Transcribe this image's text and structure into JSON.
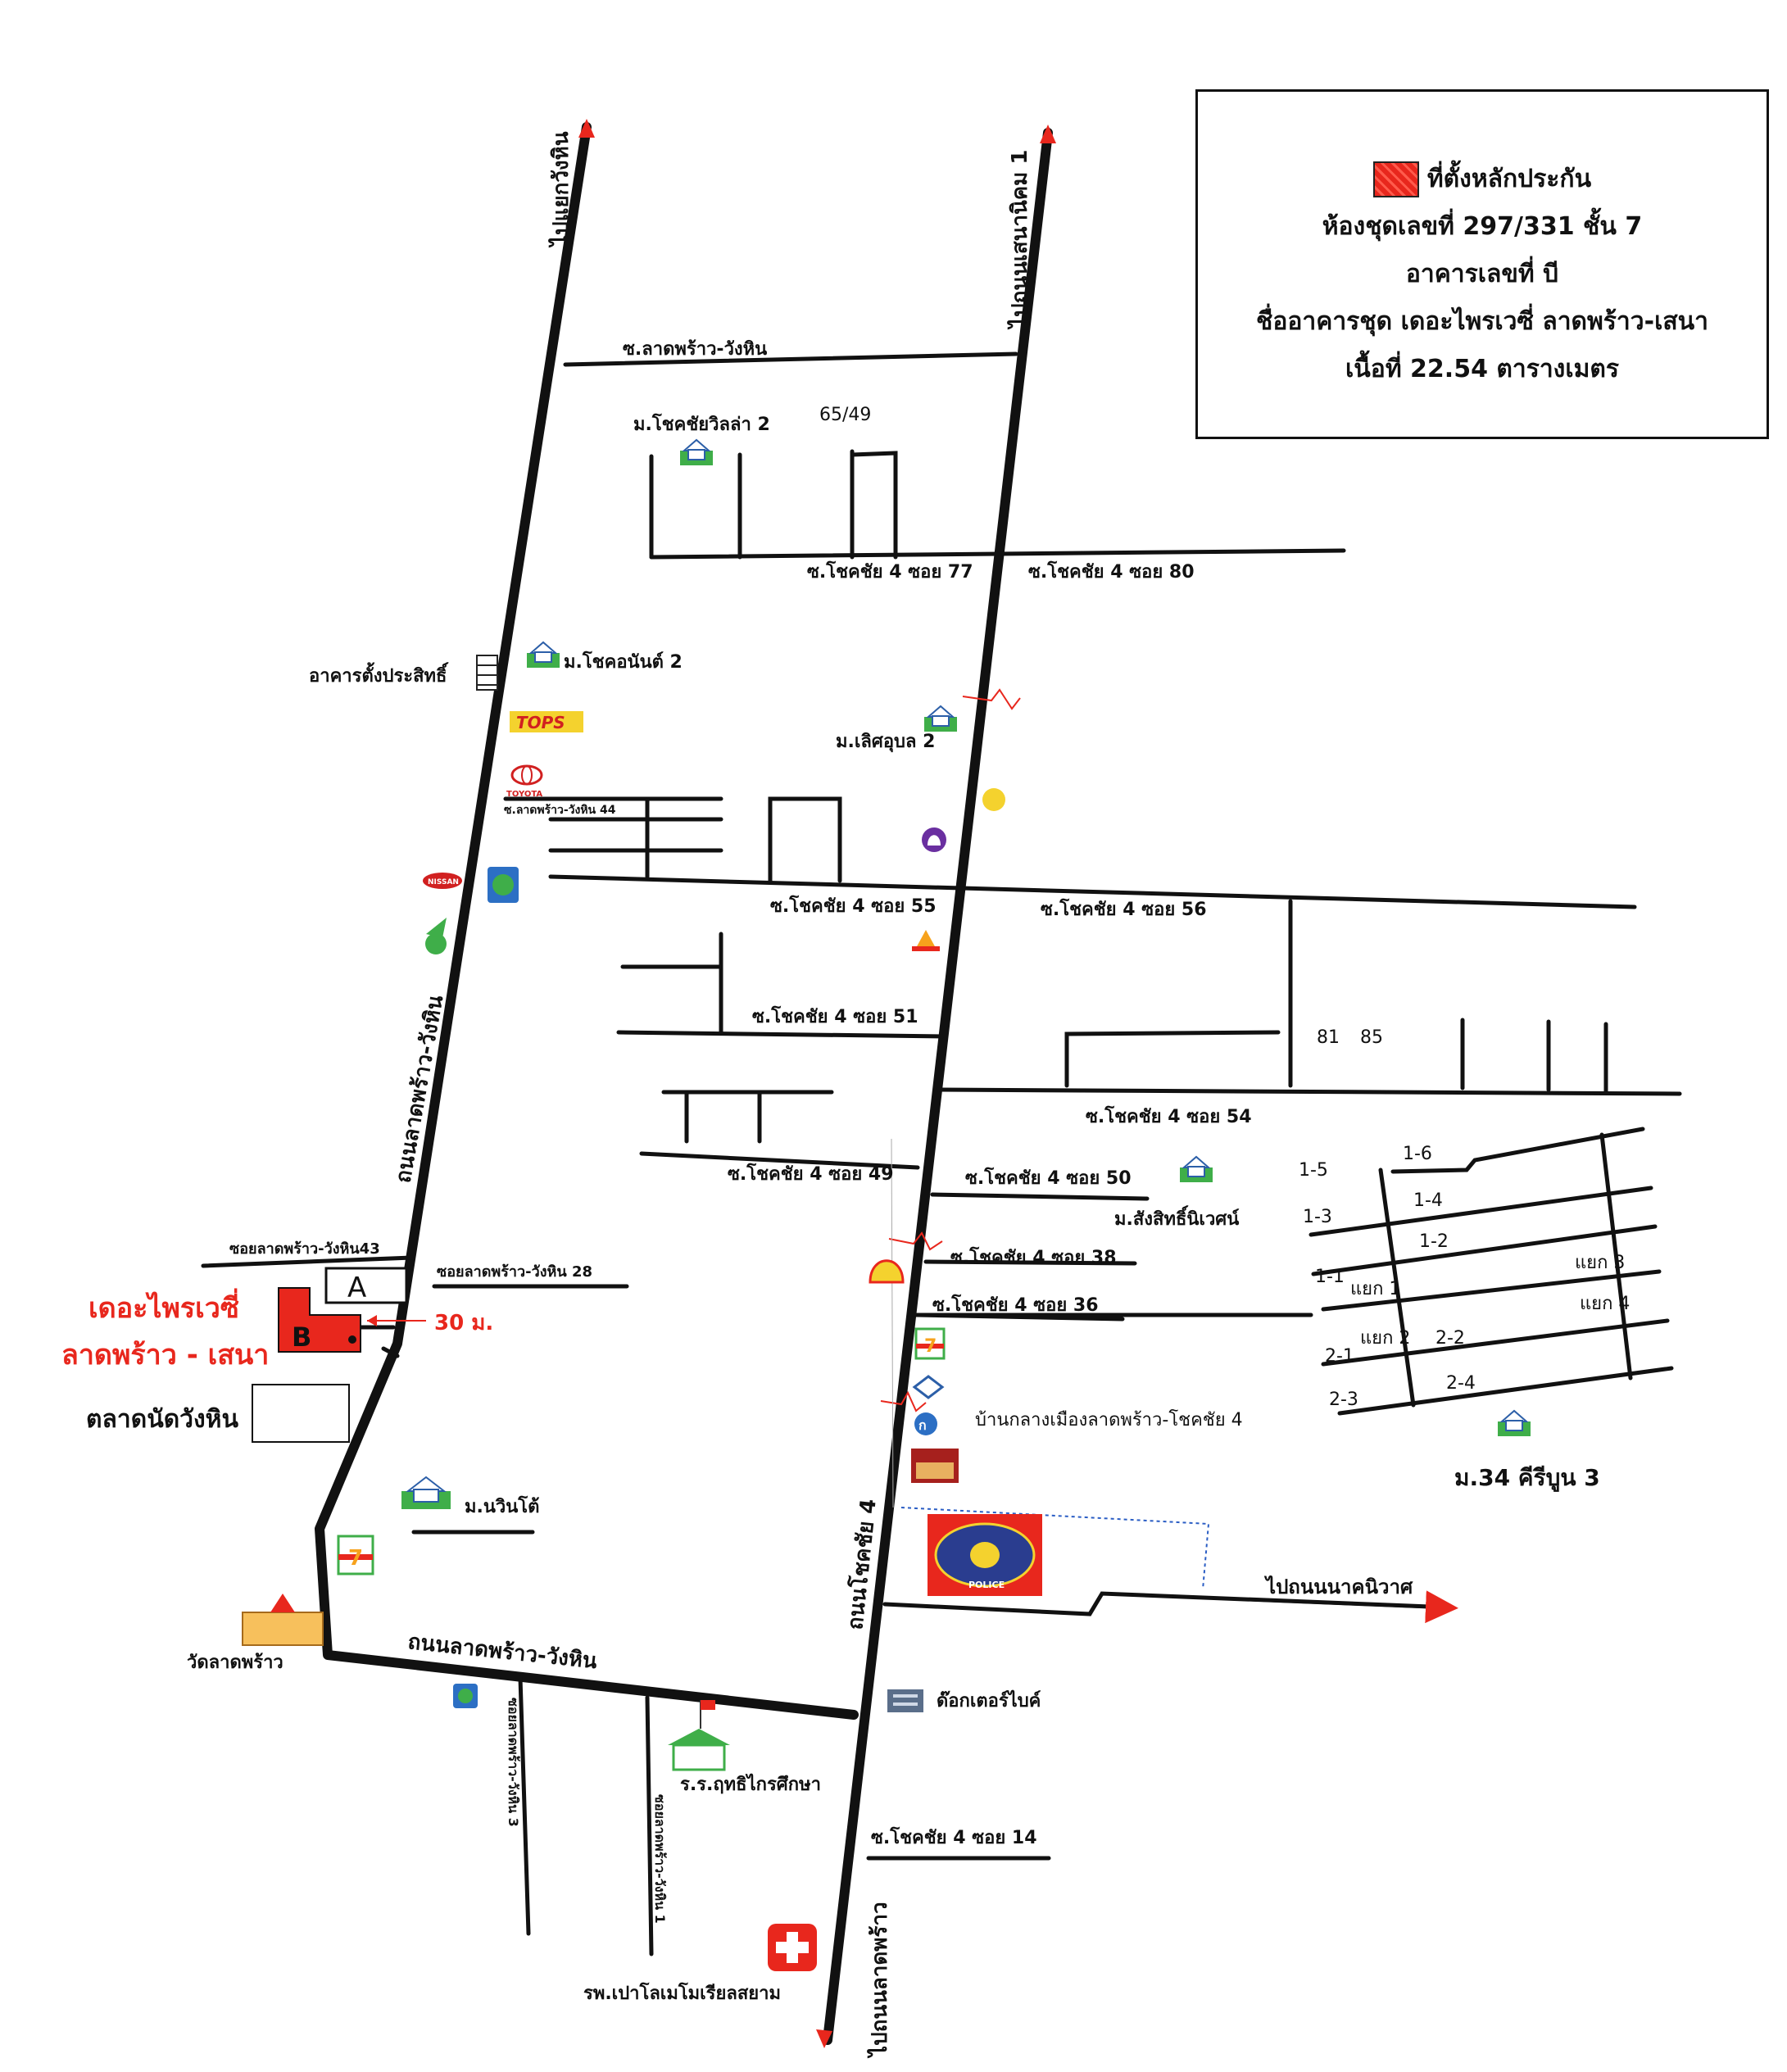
{
  "legend": {
    "title": "ที่ตั้งหลักประกัน",
    "unit": "ห้องชุดเลขที่ 297/331 ชั้น 7",
    "building_no": "อาคารเลขที่ บี",
    "condo_name": "ชื่ออาคารชุด เดอะไพรเวซี่ ลาดพร้าว-เสนา",
    "area": "เนื้อที่ 22.54 ตารางเมตร",
    "swatch_color": "#e8271d"
  },
  "roads": {
    "left_north": "ไปแยกวังหิน",
    "right_north": "ไปถนนเสนานิคม 1",
    "soi_wanghin_top": "ซ.ลาดพร้าว-วังหิน",
    "soi77": "ซ.โชคชัย 4 ซอย 77",
    "soi80": "ซ.โชคชัย 4 ซอย 80",
    "soi44": "ซ.ลาดพร้าว-วังหิน 44",
    "soi55": "ซ.โชคชัย 4 ซอย 55",
    "soi56": "ซ.โชคชัย 4 ซอย 56",
    "soi51": "ซ.โชคชัย 4 ซอย 51",
    "soi54": "ซ.โชคชัย 4 ซอย 54",
    "soi49": "ซ.โชคชัย 4 ซอย 49",
    "soi50": "ซ.โชคชัย 4 ซอย 50",
    "soi38": "ซ.โชคชัย 4 ซอย 38",
    "soi36": "ซ.โชคชัย 4 ซอย 36",
    "soi43": "ซอยลาดพร้าว-วังหิน43",
    "soi28": "ซอยลาดพร้าว-วังหิน 28",
    "ladprao_wanghin_vertical": "ถนนลาดพร้าว-วังหิน",
    "ladprao_wanghin_horizontal": "ถนนลาดพร้าว-วังหิน",
    "chokchai4": "ถนนโชคชัย 4",
    "to_nak_niwat": "ไปถนนนาคนิวาศ",
    "soi3": "ซอยลาดพร้าว-วังหิน 3",
    "soi1": "ซอยลาดพร้าว-วังหิน 1",
    "soi14": "ซ.โชคชัย 4 ซอย 14",
    "to_ladprao": "ไปถนนลาดพร้าว"
  },
  "places": {
    "chokchai_villa2": "ม.โชคชัยวิลล่า 2",
    "n6549": "65/49",
    "tangprasit": "อาคารตั้งประสิทธิ์",
    "chokanan2": "ม.โชคอนันต์ 2",
    "tops": "TOPS",
    "toyota": "TOYOTA",
    "nissan": "NISSAN",
    "lertubon2": "ม.เลิศอุบล 2",
    "n81": "81",
    "n85": "85",
    "sangsitniwet": "ม.สังสิทธิ์นิเวศน์",
    "condo_name_1": "เดอะไพรเวซี่",
    "condo_name_2": "ลาดพร้าว - เสนา",
    "bldg_a": "A",
    "bldg_b": "B",
    "distance": "30 ม.",
    "talat_nat": "ตลาดนัดวังหิน",
    "baan_klang_muang": "บ้านกลางเมืองลาดพร้าว-โชคชัย 4",
    "m34": "ม.34 คีรีบูน 3",
    "winto": "ม.นวินโต้",
    "wat": "วัดลาดพร้าว",
    "doctor_bike": "ด๊อกเตอร์ไบค์",
    "school": "ร.ร.ฤทธิไกรศึกษา",
    "hospital": "รพ.เปาโลเมโมเรียลสยาม",
    "police": "POLICE"
  },
  "subdivision": {
    "l15": "1-5",
    "l16": "1-6",
    "l13": "1-3",
    "l14": "1-4",
    "l12": "1-2",
    "l11": "1-1",
    "yaek1": "แยก 1",
    "yaek2": "แยก 2",
    "yaek3": "แยก 3",
    "yaek4": "แยก 4",
    "l21": "2-1",
    "l22": "2-2",
    "l23": "2-3",
    "l24": "2-4"
  },
  "colors": {
    "road": "#111111",
    "highlight": "#e8271d",
    "red_text": "#e8271d",
    "police_blue": "#2a3d8f"
  }
}
